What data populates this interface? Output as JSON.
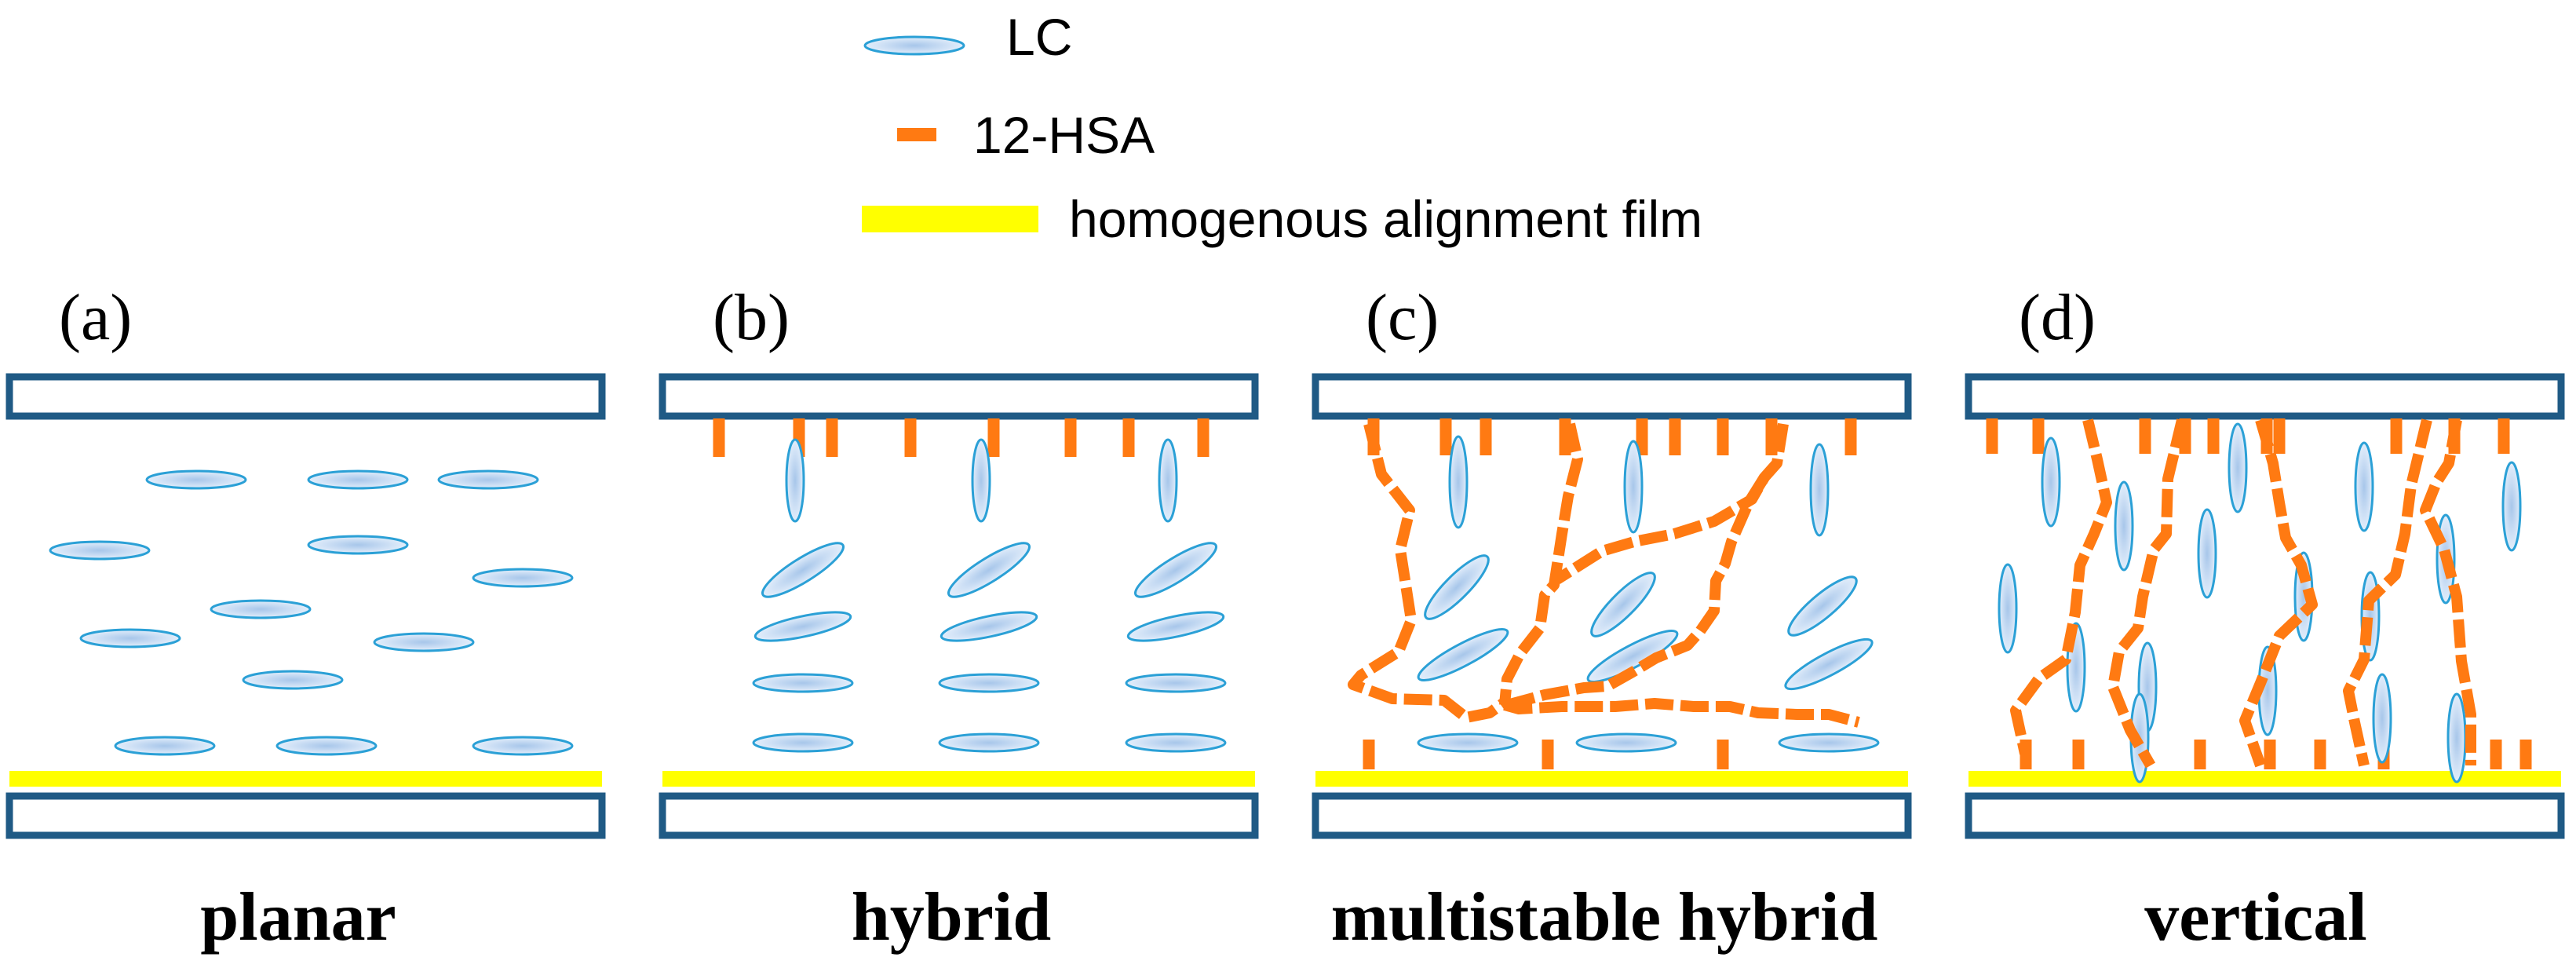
{
  "legend": {
    "lc_label": "LC",
    "hsa_label": "12-HSA",
    "film_label": "homogenous alignment film"
  },
  "panels": [
    {
      "letter": "(a)",
      "caption": "planar"
    },
    {
      "letter": "(b)",
      "caption": "hybrid"
    },
    {
      "letter": "(c)",
      "caption": "multistable hybrid"
    },
    {
      "letter": "(d)",
      "caption": "vertical"
    }
  ],
  "colors": {
    "substrate": "#1f5a85",
    "film": "#ffff00",
    "hsa": "#ff7a12",
    "lc_stroke": "#2ba0d6",
    "lc_fill_center": "#a7c6ea",
    "lc_fill_edge": "#e3eefb"
  }
}
